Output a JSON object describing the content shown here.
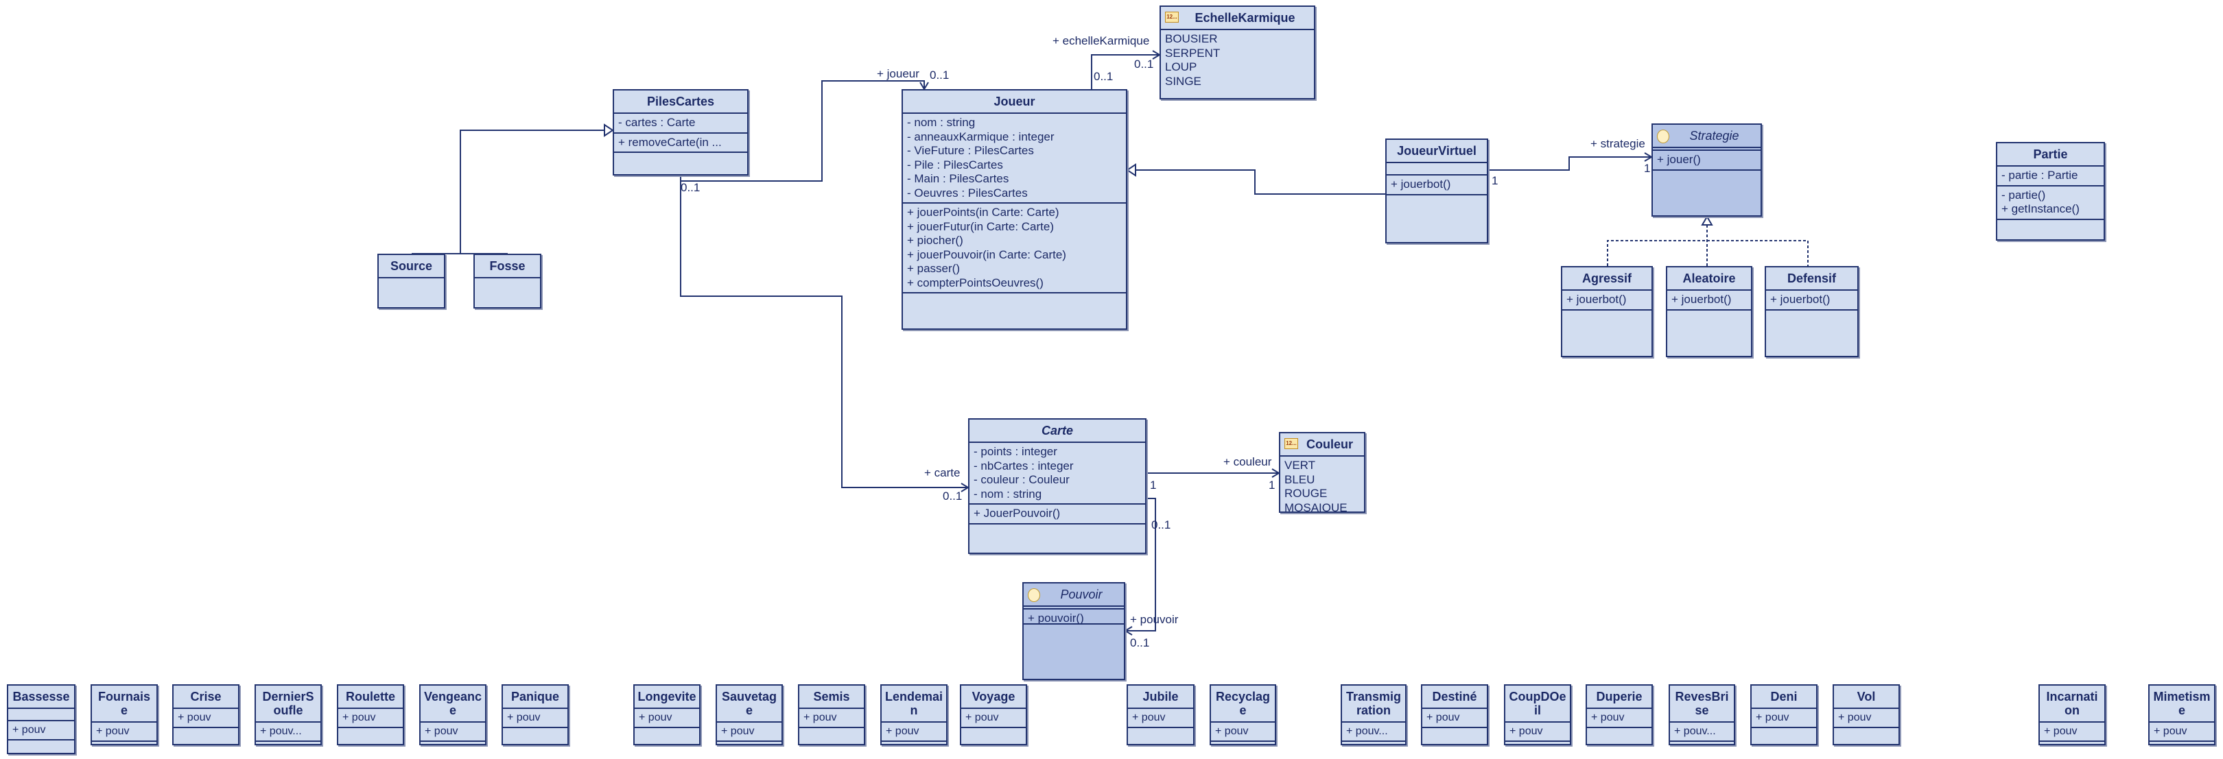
{
  "colors": {
    "fill": "#d2ddf0",
    "interface_fill": "#b4c4e6",
    "border": "#22336f",
    "text": "#1c2a66"
  },
  "classes": [
    {
      "name": "PilesCartes",
      "kind": "class",
      "attributes": [
        "- cartes : Carte"
      ],
      "operations": [
        "+ removeCarte(in ..."
      ]
    },
    {
      "name": "Source",
      "kind": "class",
      "attributes": null,
      "operations": null
    },
    {
      "name": "Fosse",
      "kind": "class",
      "attributes": null,
      "operations": null
    },
    {
      "name": "Joueur",
      "kind": "class",
      "attributes": [
        "- nom : string",
        "- anneauxKarmique : integer",
        "- VieFuture : PilesCartes",
        "- Pile : PilesCartes",
        "- Main : PilesCartes",
        "- Oeuvres : PilesCartes"
      ],
      "operations": [
        "+ jouerPoints(in Carte: Carte)",
        "+ jouerFutur(in Carte: Carte)",
        "+ piocher()",
        "+ jouerPouvoir(in Carte: Carte)",
        "+ passer()",
        "+ compterPointsOeuvres()"
      ]
    },
    {
      "name": "EchelleKarmique",
      "kind": "enum",
      "icon": "enum-icon",
      "icon_text": "12...",
      "attributes": [
        "BOUSIER",
        "SERPENT",
        "LOUP",
        "SINGE"
      ],
      "operations": null
    },
    {
      "name": "JoueurVirtuel",
      "kind": "class",
      "attributes": [],
      "operations": [
        "+ jouerbot()"
      ]
    },
    {
      "name": "Strategie",
      "kind": "interface",
      "icon": "interface-icon",
      "attributes": null,
      "operations": [
        "+ jouer()"
      ]
    },
    {
      "name": "Agressif",
      "kind": "class",
      "attributes": null,
      "operations": [
        "+ jouerbot()"
      ]
    },
    {
      "name": "Aleatoire",
      "kind": "class",
      "attributes": null,
      "operations": [
        "+ jouerbot()"
      ]
    },
    {
      "name": "Defensif",
      "kind": "class",
      "attributes": null,
      "operations": [
        "+ jouerbot()"
      ]
    },
    {
      "name": "Partie",
      "kind": "class",
      "attributes": [
        "- partie : Partie"
      ],
      "operations": [
        "- partie()",
        "+ getInstance()"
      ]
    },
    {
      "name": "Carte",
      "kind": "abstract",
      "attributes": [
        "- points : integer",
        "- nbCartes : integer",
        "- couleur : Couleur",
        "- nom : string"
      ],
      "operations": [
        "+ JouerPouvoir()"
      ]
    },
    {
      "name": "Couleur",
      "kind": "enum",
      "icon": "enum-icon",
      "icon_text": "12...",
      "attributes": [
        "VERT",
        "BLEU",
        "ROUGE",
        "MOSAIQUE"
      ],
      "operations": null
    },
    {
      "name": "Pouvoir",
      "kind": "interface",
      "icon": "interface-icon",
      "attributes": null,
      "operations": [
        "+ pouvoir()"
      ]
    },
    {
      "name": "Bassesse",
      "kind": "class",
      "attributes": [],
      "operations": [
        "+ pouv"
      ]
    },
    {
      "name": "Fournaise",
      "kind": "class",
      "attributes": null,
      "operations": [
        "+ pouv"
      ]
    },
    {
      "name": "Crise",
      "kind": "class",
      "attributes": null,
      "operations": [
        "+ pouv"
      ]
    },
    {
      "name": "DernierSoufle",
      "kind": "class",
      "attributes": null,
      "operations": [
        "+ pouv..."
      ]
    },
    {
      "name": "Roulette",
      "kind": "class",
      "attributes": null,
      "operations": [
        "+ pouv"
      ]
    },
    {
      "name": "Vengeance",
      "kind": "class",
      "attributes": null,
      "operations": [
        "+ pouv"
      ]
    },
    {
      "name": "Panique",
      "kind": "class",
      "attributes": null,
      "operations": [
        "+ pouv"
      ]
    },
    {
      "name": "Longevite",
      "kind": "class",
      "attributes": null,
      "operations": [
        "+ pouv"
      ]
    },
    {
      "name": "Sauvetage",
      "kind": "class",
      "attributes": null,
      "operations": [
        "+ pouv"
      ]
    },
    {
      "name": "Semis",
      "kind": "class",
      "attributes": null,
      "operations": [
        "+ pouv"
      ]
    },
    {
      "name": "Lendemain",
      "kind": "class",
      "attributes": null,
      "operations": [
        "+ pouv"
      ]
    },
    {
      "name": "Voyage",
      "kind": "class",
      "attributes": null,
      "operations": [
        "+ pouv"
      ]
    },
    {
      "name": "Jubile",
      "kind": "class",
      "attributes": null,
      "operations": [
        "+ pouv"
      ]
    },
    {
      "name": "Recyclage",
      "kind": "class",
      "attributes": null,
      "operations": [
        "+ pouv"
      ]
    },
    {
      "name": "Transmigration",
      "kind": "class",
      "attributes": null,
      "operations": [
        "+ pouv..."
      ]
    },
    {
      "name": "Destiné",
      "kind": "class",
      "attributes": null,
      "operations": [
        "+ pouv"
      ]
    },
    {
      "name": "CoupDOeil",
      "kind": "class",
      "attributes": null,
      "operations": [
        "+ pouv"
      ]
    },
    {
      "name": "Duperie",
      "kind": "class",
      "attributes": null,
      "operations": [
        "+ pouv"
      ]
    },
    {
      "name": "RevesBrise",
      "kind": "class",
      "attributes": null,
      "operations": [
        "+ pouv..."
      ]
    },
    {
      "name": "Deni",
      "kind": "class",
      "attributes": null,
      "operations": [
        "+ pouv"
      ]
    },
    {
      "name": "Vol",
      "kind": "class",
      "attributes": null,
      "operations": [
        "+ pouv"
      ]
    },
    {
      "name": "Incarnation",
      "kind": "class",
      "attributes": null,
      "operations": [
        "+ pouv"
      ]
    },
    {
      "name": "Mimetisme",
      "kind": "class",
      "attributes": null,
      "operations": [
        "+ pouv"
      ]
    }
  ],
  "relations": [
    {
      "type": "association",
      "from": "PilesCartes",
      "to": "Joueur",
      "role": "+ joueur",
      "from_mult": "0..1",
      "to_mult": "0..1"
    },
    {
      "type": "association",
      "from": "PilesCartes",
      "to": "Carte",
      "role": "+ carte",
      "to_mult": "0..1"
    },
    {
      "type": "generalization",
      "from": "Source",
      "to": "PilesCartes"
    },
    {
      "type": "generalization",
      "from": "Fosse",
      "to": "PilesCartes"
    },
    {
      "type": "association",
      "from": "Joueur",
      "to": "EchelleKarmique",
      "role": "+ echelleKarmique",
      "from_mult": "0..1",
      "to_mult": "0..1"
    },
    {
      "type": "generalization",
      "from": "JoueurVirtuel",
      "to": "Joueur"
    },
    {
      "type": "association",
      "from": "JoueurVirtuel",
      "to": "Strategie",
      "role": "+ strategie",
      "from_mult": "1",
      "to_mult": "1"
    },
    {
      "type": "realization",
      "from": "Agressif",
      "to": "Strategie"
    },
    {
      "type": "realization",
      "from": "Aleatoire",
      "to": "Strategie"
    },
    {
      "type": "realization",
      "from": "Defensif",
      "to": "Strategie"
    },
    {
      "type": "association",
      "from": "Carte",
      "to": "Couleur",
      "role": "+ couleur",
      "from_mult": "1",
      "to_mult": "1"
    },
    {
      "type": "association",
      "from": "Carte",
      "to": "Pouvoir",
      "role": "+ pouvoir",
      "from_mult": "0..1",
      "to_mult": "0..1"
    }
  ]
}
